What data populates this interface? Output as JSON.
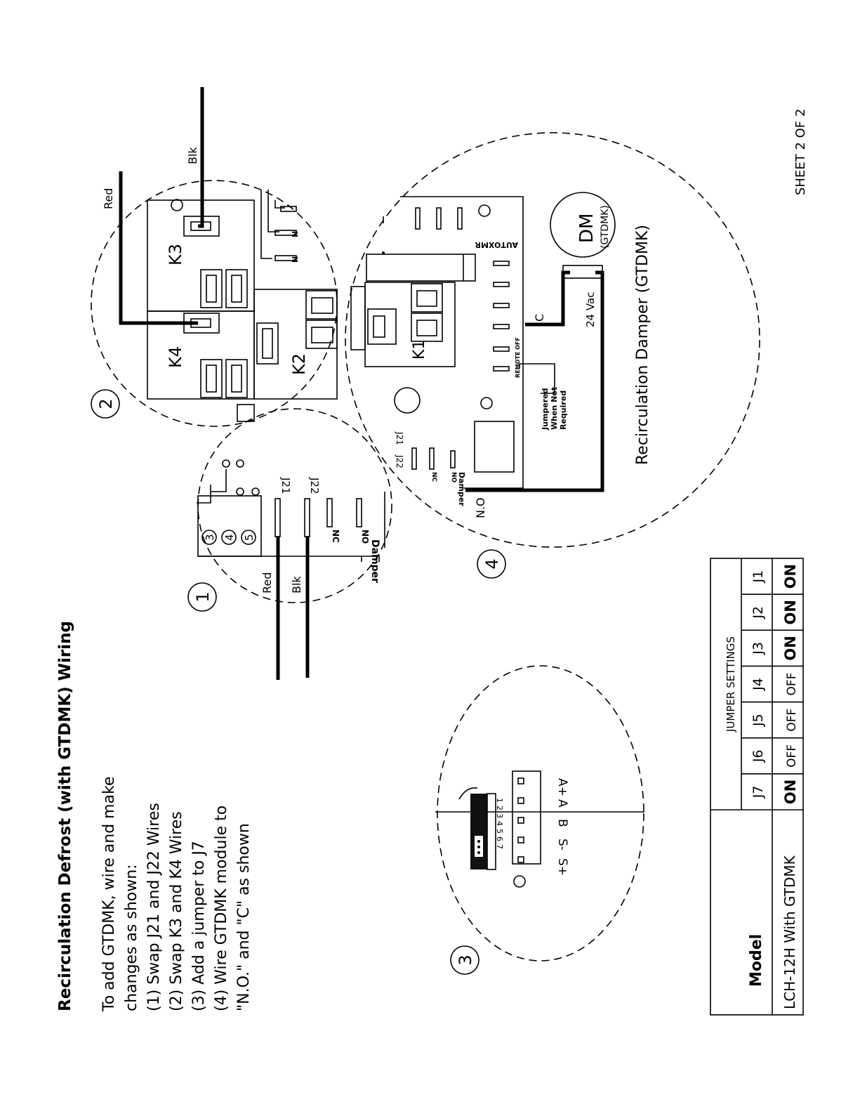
{
  "title": "Recirculation Defrost (with GTDMK) Wiring",
  "instructions": [
    "To add GTDMK, wire and make",
    "changes as shown:",
    "(1) Swap J21 and J22 Wires",
    "(2) Swap K3 and K4 Wires",
    "(3) Add a jumper to J7",
    "(4) Wire GTDMK module to",
    "\"N.O.\" and \"C\" as shown"
  ],
  "callouts": {
    "c1": "1",
    "c2": "2",
    "c3": "3",
    "c4": "4"
  },
  "detail1": {
    "terminals": [
      "3",
      "4",
      "5"
    ],
    "j21": "J21",
    "j22": "J22",
    "nc": "NC",
    "no": "NO",
    "damper": "Damper",
    "red": "Red",
    "blk": "Blk"
  },
  "detail2": {
    "k3": "K3",
    "k4": "K4",
    "k2": "K2",
    "red": "Red",
    "blk": "Blk",
    "n1": "N",
    "n2": "N"
  },
  "detail3": {
    "sp": "S+",
    "sm": "S-",
    "b": "B",
    "a": "A",
    "ap": "A+",
    "pins": "1234567"
  },
  "detail4": {
    "k1": "K1",
    "autoxmr": "AUTOXMR",
    "j21": "J21",
    "j22": "J22",
    "nc": "NC",
    "no": "NO",
    "damper": "Damper",
    "remote": "REMOTE OFF",
    "jumpered": [
      "Jumpered",
      "When Not",
      "Required"
    ],
    "c_label": "C",
    "no_label": "N.O",
    "vac": "24 Vac",
    "dm": "DM",
    "gtdmk": "(GTDMK)",
    "caption": "Recirculation Damper (GTDMK)"
  },
  "jumper_table": {
    "heading": "JUMPER SETTINGS",
    "model_header": "Model",
    "columns": [
      "J7",
      "J6",
      "J5",
      "J4",
      "J3",
      "J2",
      "J1"
    ],
    "rows": [
      {
        "model": "LCH-12H With GTDMK",
        "values": [
          "ON",
          "OFF",
          "OFF",
          "OFF",
          "ON",
          "ON",
          "ON"
        ]
      }
    ]
  },
  "sheet": "SHEET 2 OF 2"
}
